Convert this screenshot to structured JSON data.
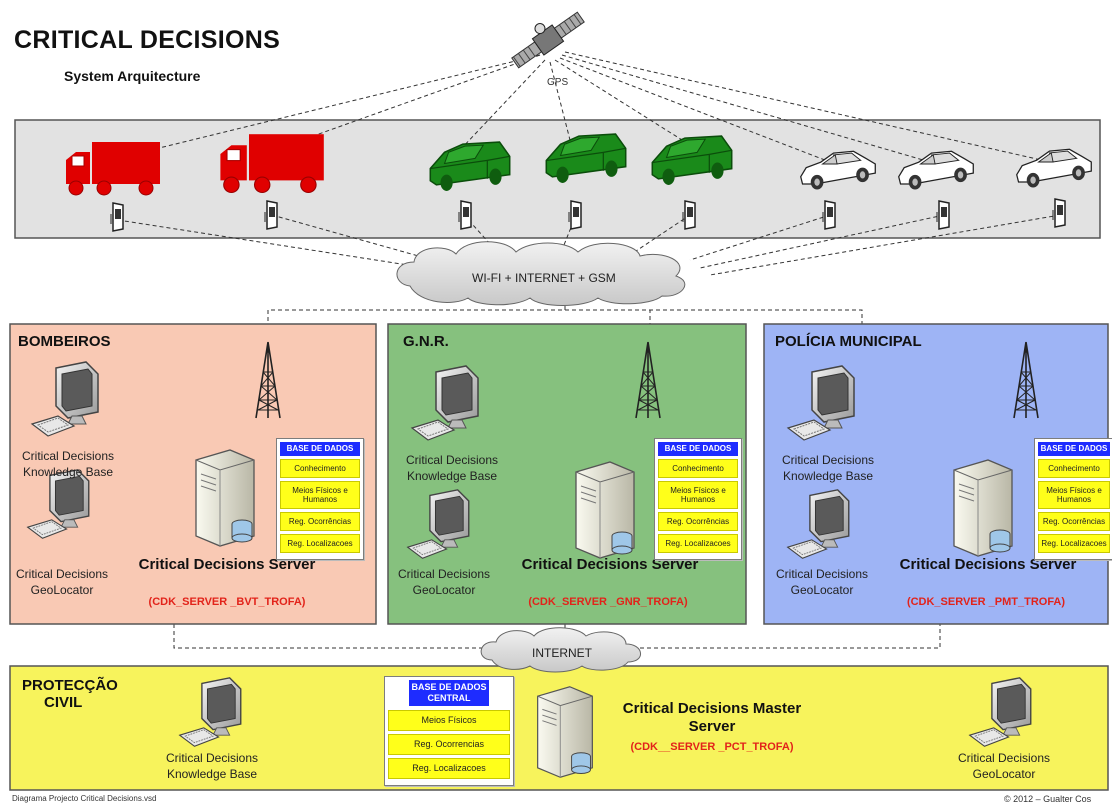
{
  "header": {
    "title": "CRITICAL DECISIONS",
    "subtitle": "System Arquitecture",
    "satellite_label": "GPS"
  },
  "network": {
    "wireless_cloud": "WI-FI + INTERNET + GSM",
    "internet_cloud": "INTERNET"
  },
  "regions": {
    "bombeiros": {
      "title": "BOMBEIROS",
      "knowledge_base": "Critical Decisions Knowledge Base",
      "geolocator": "Critical Decisions GeoLocator",
      "server_title": "Critical Decisions Server",
      "server_id": "(CDK_SERVER _BVT_TROFA)",
      "db_title": "BASE DE DADOS",
      "db_items": [
        "Conhecimento",
        "Meios Físicos e Humanos",
        "Reg. Ocorrências",
        "Reg. Localizacoes"
      ],
      "color": "#f9c9b4"
    },
    "gnr": {
      "title": "G.N.R.",
      "knowledge_base": "Critical Decisions Knowledge Base",
      "geolocator": "Critical Decisions GeoLocator",
      "server_title": "Critical Decisions Server",
      "server_id": "(CDK_SERVER _GNR_TROFA)",
      "db_title": "BASE DE DADOS",
      "db_items": [
        "Conhecimento",
        "Meios Físicos e Humanos",
        "Reg. Ocorrências",
        "Reg. Localizacoes"
      ],
      "color": "#86c17e"
    },
    "policia": {
      "title": "POLÍCIA MUNICIPAL",
      "knowledge_base": "Critical Decisions Knowledge Base",
      "geolocator": "Critical Decisions GeoLocator",
      "server_title": "Critical Decisions Server",
      "server_id": "(CDK_SERVER _PMT_TROFA)",
      "db_title": "BASE DE DADOS",
      "db_items": [
        "Conhecimento",
        "Meios Físicos e Humanos",
        "Reg. Ocorrências",
        "Reg. Localizacoes"
      ],
      "color": "#9eb4f5"
    },
    "proteccao": {
      "title_line1": "PROTECÇÃO",
      "title_line2": "CIVIL",
      "knowledge_base": "Critical Decisions Knowledge Base",
      "geolocator": "Critical Decisions GeoLocator",
      "server_title": "Critical Decisions Master Server",
      "server_id": "(CDK__SERVER _PCT_TROFA)",
      "db_title": "BASE DE DADOS CENTRAL",
      "db_items": [
        "Meios Físicos",
        "Reg. Ocorrencias",
        "Reg. Localizacoes"
      ],
      "color": "#f7f35c"
    }
  },
  "vehicles": {
    "trucks_color": "#e00000",
    "jeeps_color": "#1a8a1a",
    "vehicle_strip_color": "#e2e2e2"
  },
  "footer": {
    "left": "Diagrama Projecto Critical Decisions.vsd",
    "right": "© 2012 – Gualter Cos"
  }
}
